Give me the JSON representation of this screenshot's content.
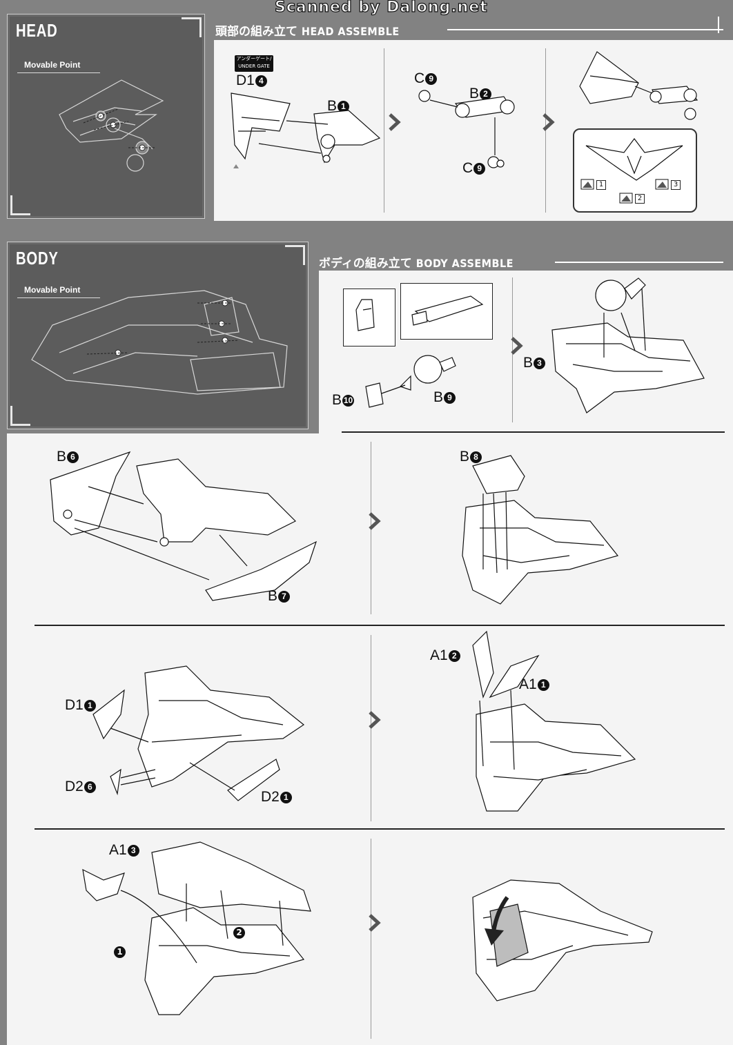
{
  "watermark": "Scanned by Dalong.net",
  "head_panel": {
    "title": "HEAD",
    "movable": "Movable Point"
  },
  "head_section": {
    "title_jp": "頭部の組み立て",
    "title_en": "HEAD ASSEMBLE"
  },
  "body_panel": {
    "title": "BODY",
    "movable": "Movable Point"
  },
  "body_section": {
    "title_jp": "ボディの組み立て",
    "title_en": "BODY ASSEMBLE"
  },
  "head_steps": {
    "under_gate": "アンダーゲート/ UNDER GATE",
    "d1": "D1",
    "d1_num": "4",
    "b1": "B",
    "b1_num": "1",
    "c9a": "C",
    "c9a_num": "9",
    "b2": "B",
    "b2_num": "2",
    "c9b": "C",
    "c9b_num": "9",
    "inset_nums": [
      "1",
      "2",
      "3"
    ]
  },
  "body_steps": {
    "b3": "B",
    "b3_num": "3",
    "b10": "B",
    "b10_num": "10",
    "b9": "B",
    "b9_num": "9",
    "b6": "B",
    "b6_num": "6",
    "b7": "B",
    "b7_num": "7",
    "b8": "B",
    "b8_num": "8",
    "d1": "D1",
    "d1_num": "1",
    "d2a": "D2",
    "d2a_num": "6",
    "d2b": "D2",
    "d2b_num": "1",
    "a1b": "A1",
    "a1b_num": "2",
    "a1a": "A1",
    "a1a_num": "1",
    "a1c": "A1",
    "a1c_num": "3",
    "step1": "1",
    "step2": "2"
  }
}
